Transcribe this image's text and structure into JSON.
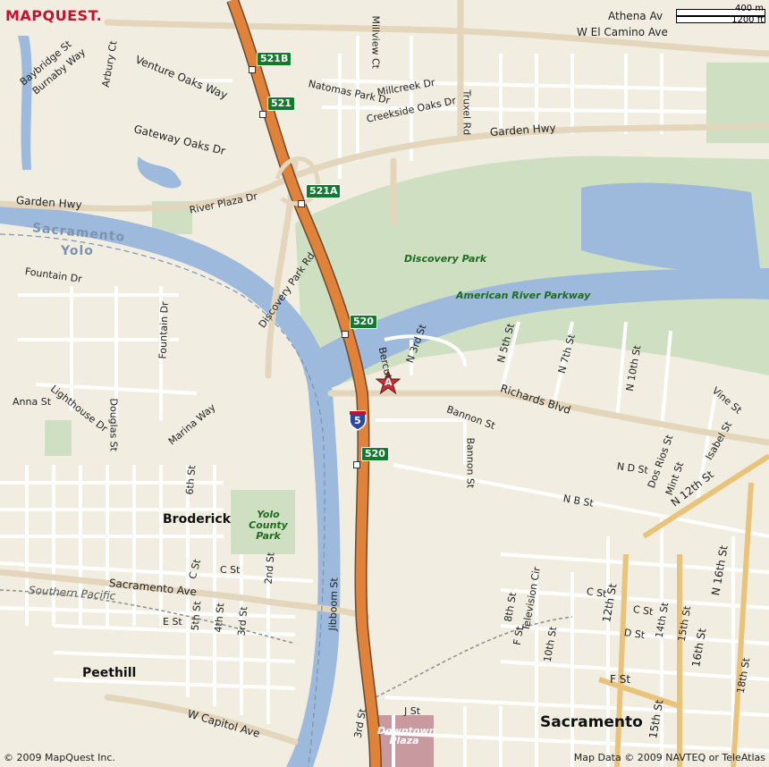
{
  "brand": {
    "logo": "MAPQUEST.",
    "color": "#c8102e"
  },
  "scale": {
    "top": "400 m",
    "bottom": "1200 ft"
  },
  "copyright": {
    "left": "© 2009 MapQuest Inc.",
    "right": "Map Data © 2009 NAVTEQ  or  TeleAtlas"
  },
  "colors": {
    "background": "#f1eee1",
    "park": "#cfe0c2",
    "water": "#9db9dc",
    "highway": "#e0823a",
    "major_road": "#eac37a",
    "arterial": "#e3d6bc",
    "local": "#ffffff"
  },
  "marker": {
    "label": "A",
    "icon": "star-icon",
    "color": "#c0313a"
  },
  "highway_shield": {
    "number": "5"
  },
  "exits": [
    {
      "id": "exit-521b",
      "label": "521B"
    },
    {
      "id": "exit-521",
      "label": "521"
    },
    {
      "id": "exit-521a",
      "label": "521A"
    },
    {
      "id": "exit-520-north",
      "label": "520"
    },
    {
      "id": "exit-520-south",
      "label": "520"
    }
  ],
  "places": {
    "broderick": "Broderick",
    "peethill": "Peethill",
    "sacramento": "Sacramento"
  },
  "water": {
    "sacramento": "Sacramento",
    "yolo": "Yolo"
  },
  "parks": {
    "discovery": "Discovery Park",
    "american_river": "American River Parkway",
    "yolo_county": "Yolo County Park",
    "downtown_plaza": "Downtown Plaza"
  },
  "streets": {
    "athena": "Athena Av",
    "el_camino": "W El Camino Ave",
    "baybridge": "Baybridge St",
    "burnaby": "Burnaby Way",
    "arbury": "Arbury Ct",
    "venture_oaks": "Venture Oaks Way",
    "millview": "Millview Ct",
    "natomas_park": "Natomas Park Dr",
    "millcreek": "Millcreek Dr",
    "creekside_oaks": "Creekside Oaks Dr",
    "truxel": "Truxel Rd",
    "gateway_oaks": "Gateway Oaks Dr",
    "garden_hwy_east": "Garden Hwy",
    "garden_hwy_west": "Garden Hwy",
    "river_plaza": "River Plaza Dr",
    "fountain_dr": "Fountain Dr",
    "discovery_park_rd": "Discovery Park Rd",
    "fountain_dr_v": "Fountain Dr",
    "douglas": "Douglas St",
    "lighthouse": "Lighthouse Dr",
    "anna": "Anna St",
    "marina": "Marina Way",
    "bercut": "Bercut",
    "n3rd": "N 3rd St",
    "n5th": "N 5th St",
    "n7th": "N 7th St",
    "n10th": "N 10th St",
    "vine": "Vine St",
    "richards": "Richards Blvd",
    "bannon": "Bannon St",
    "nd": "N D St",
    "dos_rios": "Dos Rios St",
    "mint": "Mint St",
    "isabel": "Isabel St",
    "n12th": "N 12th St",
    "n16th": "N 16th St",
    "nb": "N B St",
    "6th": "6th St",
    "c_st_w": "C St",
    "sacramento_ave": "Sacramento Ave",
    "southern_pacific": "Southern Pacific",
    "2nd": "2nd St",
    "e_st": "E St",
    "5th": "5th St",
    "4th": "4th St",
    "3rd_w": "3rd St",
    "jibboom": "Jibboom St",
    "w_capitol": "W Capitol Ave",
    "3rd": "3rd St",
    "j_st": "J St",
    "8th": "8th St",
    "f_st": "F St",
    "television": "Television Cir",
    "10th": "10th St",
    "c_st_e": "C St",
    "12th": "12th St",
    "c_st_e2": "C St",
    "d_st": "D St",
    "14th": "14th St",
    "15th_n": "15th St",
    "16th": "16th St",
    "18th": "18th St",
    "f_st_e": "F St",
    "15th": "15th St"
  }
}
